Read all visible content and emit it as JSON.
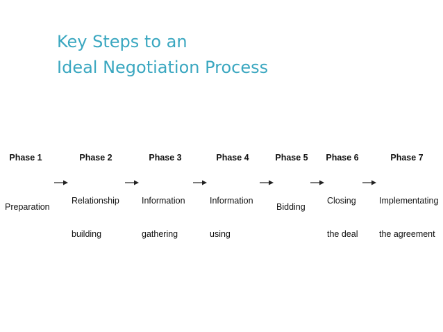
{
  "title": {
    "line1": "Key Steps to an",
    "line2": "Ideal Negotiation Process"
  },
  "colors": {
    "title": "#3aa7c0",
    "text": "#111111",
    "arrow": "#222222"
  },
  "phases": [
    {
      "label": "Phase 1",
      "step": [
        "Preparation"
      ]
    },
    {
      "label": "Phase 2",
      "step": [
        "Relationship",
        "building"
      ]
    },
    {
      "label": "Phase 3",
      "step": [
        "Information",
        "gathering"
      ]
    },
    {
      "label": "Phase 4",
      "step": [
        "Information",
        "using"
      ]
    },
    {
      "label": "Phase 5",
      "step": [
        "Bidding"
      ]
    },
    {
      "label": "Phase 6",
      "step": [
        "Closing",
        "the deal"
      ]
    },
    {
      "label": "Phase 7",
      "step": [
        "Implementating",
        "the agreement"
      ]
    }
  ]
}
